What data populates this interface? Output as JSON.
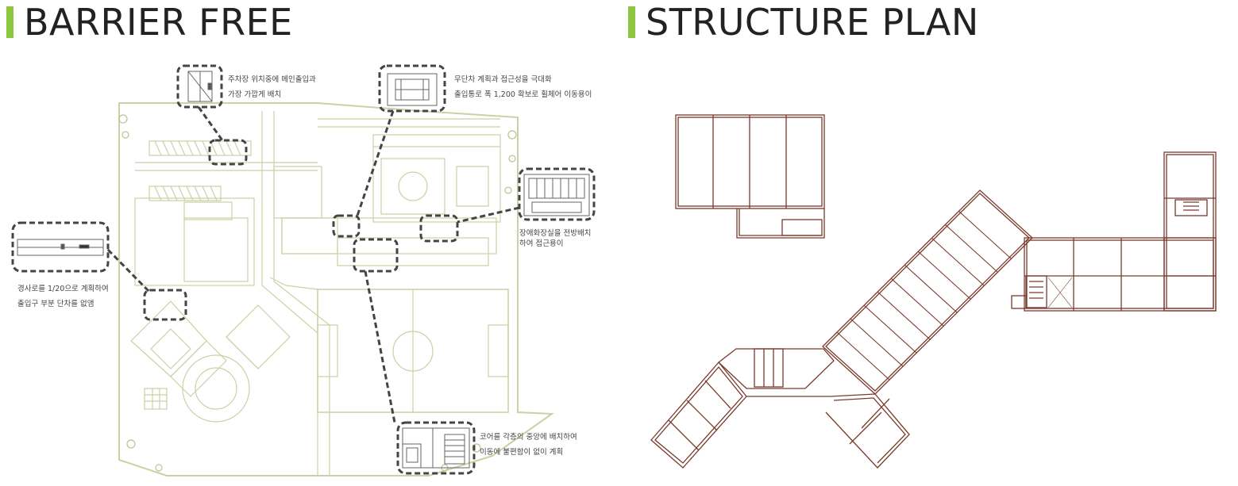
{
  "titles": {
    "left": "BARRIER FREE",
    "right": "STRUCTURE PLAN"
  },
  "colors": {
    "accent": "#8dc63f",
    "site_lines": "#c8d2a4",
    "structure_lines": "#7a3a2c",
    "callout": "#444444"
  },
  "callouts": {
    "parking": [
      "주차장 위치중에 메인출입과",
      "가장 가깝게 배치"
    ],
    "stepfree": [
      "무단차 계획과 접근성을 극대화",
      "출입통로 폭 1,200 확보로 휠체어 이동용이"
    ],
    "toilet": [
      "장애화장실을 전방배치",
      "하여 접근용이"
    ],
    "ramp": [
      "경사로를 1/20으로 계획하여",
      "출입구 부분 단차를 없앰"
    ],
    "core": [
      "코어를 각층의 중앙에 배치하여",
      "이동에 불편함이 없이 계획"
    ]
  }
}
